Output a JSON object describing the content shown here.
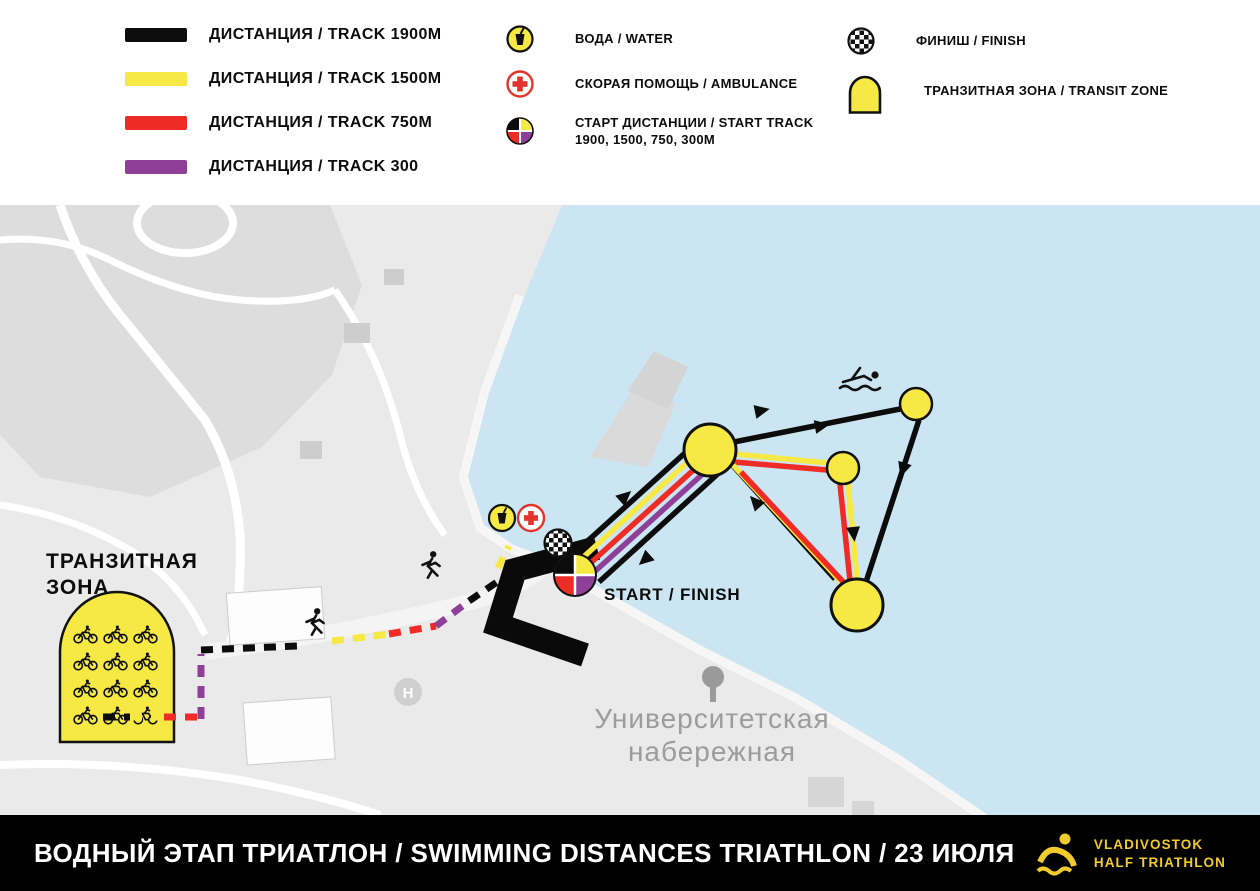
{
  "colors": {
    "track_1900": "#0c0c0c",
    "track_1500": "#f6e943",
    "track_750": "#ee2b24",
    "track_300": "#8e3f97",
    "water": "#cbe5f2",
    "land": "#eaeaea",
    "brand_yellow": "#f1ca2c",
    "footer_bg": "#000000"
  },
  "icons": {
    "water": "yellow-circle-cup-glyph",
    "ambulance": "white-circle-red-cross",
    "start": "quadrant-color-circle",
    "finish": "checkered-circle",
    "transit": "yellow-arch",
    "bike": "cyclist-glyph",
    "runner": "running-figure",
    "swimmer": "swimming-figure",
    "helipad": "letter-H-circle",
    "brand_logo": "swimmer-swirl"
  },
  "legend": {
    "tracks": [
      {
        "label": "ДИСТАНЦИЯ / TRACK 1900М",
        "color": "#0c0c0c"
      },
      {
        "label": "ДИСТАНЦИЯ / TRACK 1500М",
        "color": "#f6e943"
      },
      {
        "label": "ДИСТАНЦИЯ / TRACK 750М",
        "color": "#ee2b24"
      },
      {
        "label": "ДИСТАНЦИЯ / TRACK 300",
        "color": "#8e3f97"
      }
    ],
    "water_label": "ВОДА / WATER",
    "ambulance_label": "СКОРАЯ ПОМОЩЬ / AMBULANCE",
    "start_label_line1": "СТАРТ ДИСТАНЦИИ / START TRACK",
    "start_label_line2": "1900, 1500, 750, 300М",
    "finish_label": "ФИНИШ / FINISH",
    "transit_label": "ТРАНЗИТНАЯ ЗОНА / TRANSIT ZONE"
  },
  "map": {
    "transit_zone": {
      "line1": "ТРАНЗИТНАЯ",
      "line2": "ЗОНА"
    },
    "start_finish": "START / FINISH",
    "embankment": {
      "line1": "Университетская",
      "line2": "набережная"
    },
    "helipad": "Н"
  },
  "footer": {
    "title": "ВОДНЫЙ ЭТАП ТРИАТЛОН / SWIMMING DISTANCES TRIATHLON / 23 ИЮЛЯ",
    "brand": {
      "line1": "VLADIVOSTOK",
      "line2": "HALF TRIATHLON"
    }
  }
}
